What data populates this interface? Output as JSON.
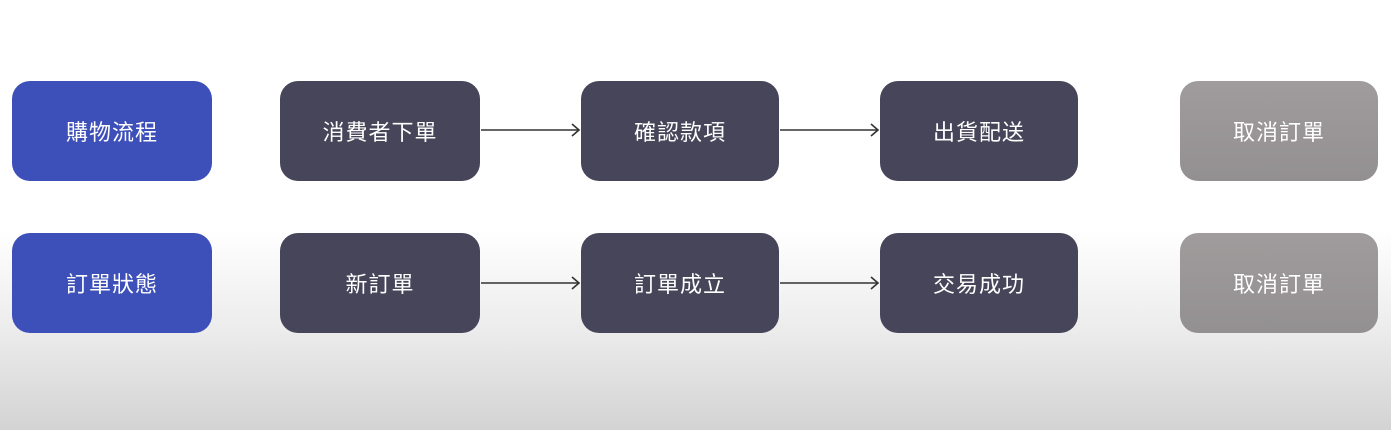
{
  "rows": [
    {
      "label": "購物流程",
      "steps": [
        "消費者下單",
        "確認款項",
        "出貨配送"
      ],
      "cancel": "取消訂單"
    },
    {
      "label": "訂單狀態",
      "steps": [
        "新訂單",
        "訂單成立",
        "交易成功"
      ],
      "cancel": "取消訂單"
    }
  ],
  "colors": {
    "label": "#3d4fb8",
    "step": "#474559",
    "cancel": "#9c999a"
  }
}
